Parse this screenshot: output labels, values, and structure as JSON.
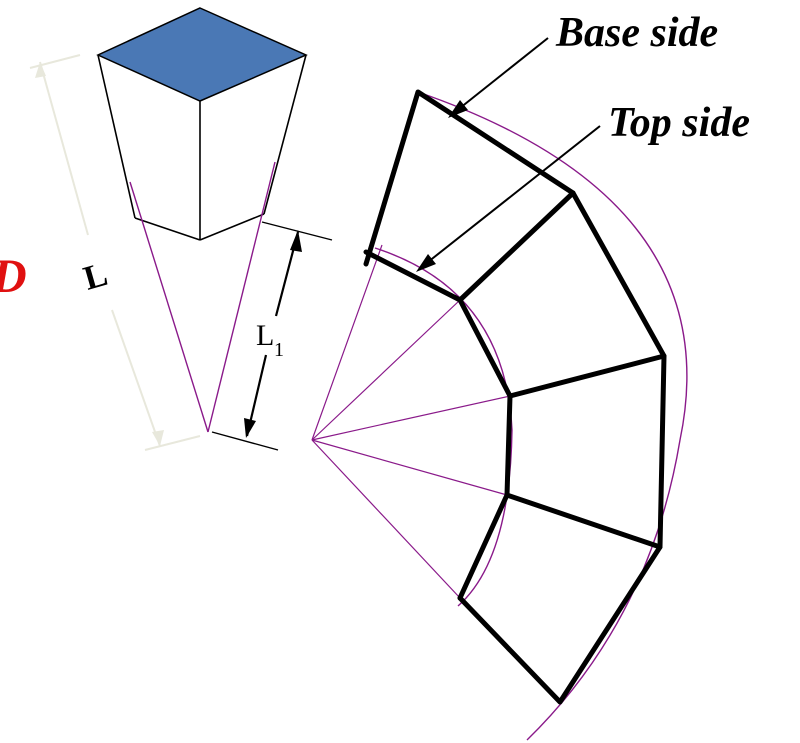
{
  "labels": {
    "base_side": "Base side",
    "top_side": "Top side",
    "side_letter": "D",
    "length_L": "L",
    "length_L1_main": "L",
    "length_L1_sub": "1"
  },
  "colors": {
    "top_face": "#4a78b5",
    "edge": "#000000",
    "guide": "#8a1a8a",
    "dimension": "#e8e8dc",
    "accent_red": "#e01010"
  }
}
